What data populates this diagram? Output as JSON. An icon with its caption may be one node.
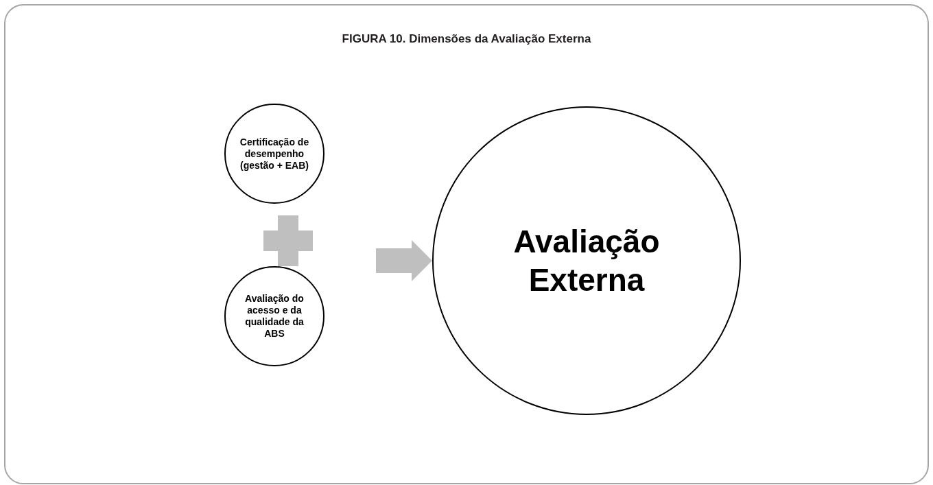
{
  "diagram": {
    "title": "FIGURA 10. Dimensões da Avaliação Externa",
    "nodes": [
      {
        "text": [
          "Certificação de desempenho (gestão + EAB)"
        ]
      },
      {
        "text": [
          "Avaliação do acesso e da qualidade da ABS"
        ]
      },
      {
        "text": [
          "Avaliação Externa"
        ]
      }
    ],
    "edges": [
      {
        "from": null,
        "to": 2,
        "arrow": "to",
        "style": "thick",
        "color": "#bfbfbf"
      }
    ]
  }
}
